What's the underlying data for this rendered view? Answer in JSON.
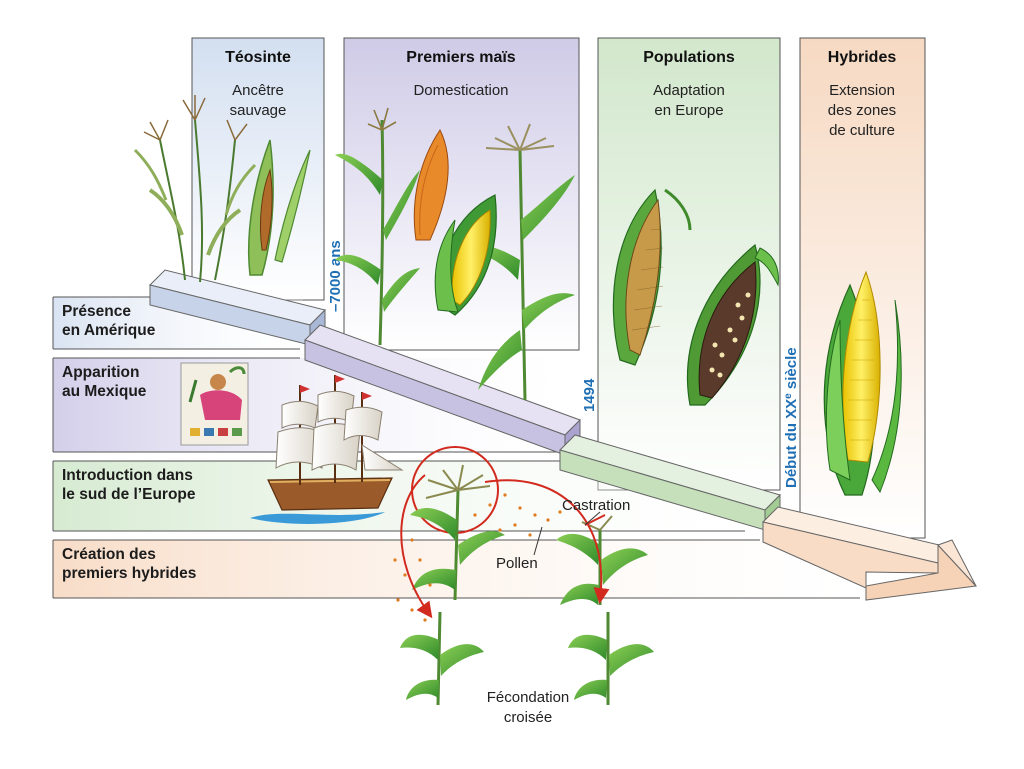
{
  "columns": [
    {
      "title": "Téosinte",
      "subtitle": [
        "Ancêtre",
        "sauvage"
      ],
      "color": "#dfe7f3"
    },
    {
      "title": "Premiers maïs",
      "subtitle": [
        "Domestication"
      ],
      "color": "#d9d6ec"
    },
    {
      "title": "Populations",
      "subtitle": [
        "Adaptation",
        "en Europe"
      ],
      "color": "#dcebd7"
    },
    {
      "title": "Hybrides",
      "subtitle": [
        "Extension",
        "des zones",
        "de culture"
      ],
      "color": "#f8e3d2"
    }
  ],
  "rows": [
    {
      "lines": [
        "Présence",
        "en Amérique"
      ],
      "color": "#e2e9f4"
    },
    {
      "lines": [
        "Apparition",
        "au Mexique"
      ],
      "color": "#dcd9ee"
    },
    {
      "lines": [
        "Introduction dans",
        "le sud de l’Europe"
      ],
      "color": "#dfeedb"
    },
    {
      "lines": [
        "Création des",
        "premiers hybrides"
      ],
      "color": "#fae6d6"
    }
  ],
  "dates": {
    "d1": "–7000 ans",
    "d2": "1494",
    "d3_prefix": "Début du XX",
    "d3_sup": "e",
    "d3_suffix": " siècle"
  },
  "labels": {
    "castration": "Castration",
    "pollen": "Pollen",
    "fecondation": [
      "Fécondation",
      "croisée"
    ]
  },
  "icons": [
    "teosinte-plant-icon",
    "early-maize-plant-icon",
    "corn-cob-icon",
    "ship-icon",
    "aztec-glyph-icon",
    "maize-plant-icon",
    "timeline-arrow-icon"
  ]
}
